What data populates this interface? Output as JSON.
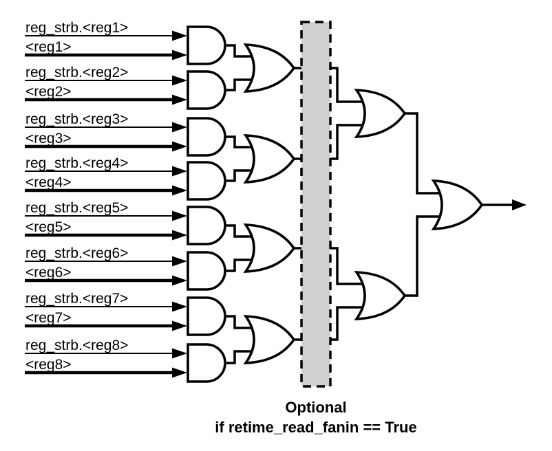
{
  "diagram": {
    "inputs": [
      {
        "strobe": "reg_strb.<reg1>",
        "value": "<reg1>"
      },
      {
        "strobe": "reg_strb.<reg2>",
        "value": "<reg2>"
      },
      {
        "strobe": "reg_strb.<reg3>",
        "value": "<reg3>"
      },
      {
        "strobe": "reg_strb.<reg4>",
        "value": "<reg4>"
      },
      {
        "strobe": "reg_strb.<reg5>",
        "value": "<reg5>"
      },
      {
        "strobe": "reg_strb.<reg6>",
        "value": "<reg6>"
      },
      {
        "strobe": "reg_strb.<reg7>",
        "value": "<reg7>"
      },
      {
        "strobe": "reg_strb.<reg8>",
        "value": "<reg8>"
      }
    ],
    "caption": {
      "line1": "Optional",
      "line2": "if retime_read_fanin == True"
    },
    "colors": {
      "stroke": "#000000",
      "optional_box_fill": "#d0d0d0",
      "background": "#ffffff"
    }
  }
}
